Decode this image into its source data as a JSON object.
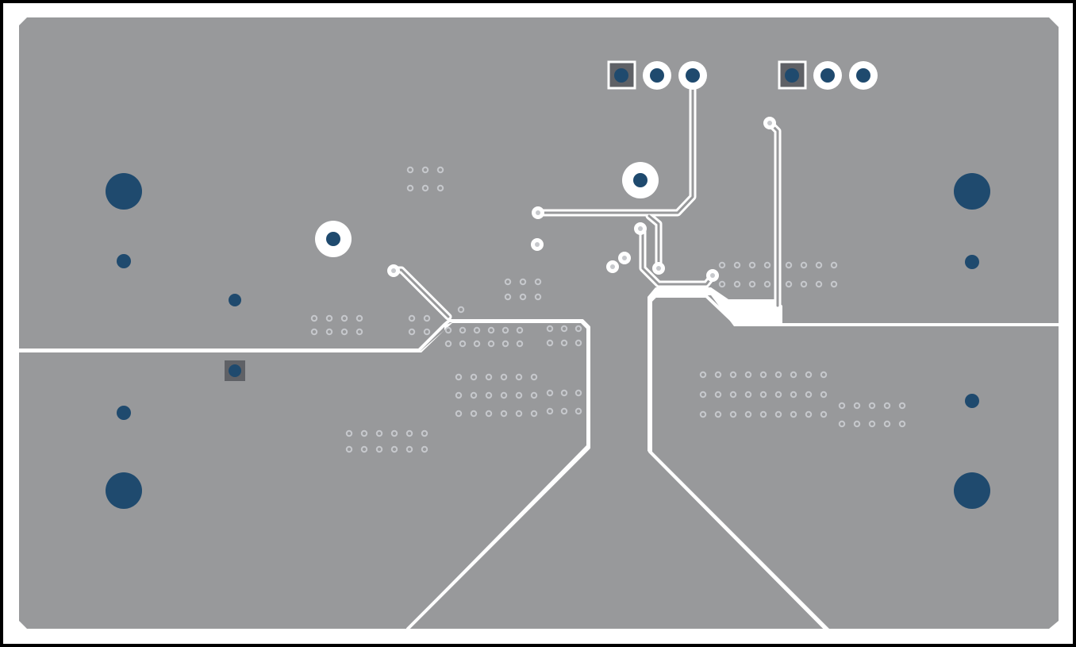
{
  "board": {
    "layer": "bottom-copper",
    "colors": {
      "background": "#ffffff",
      "frame": "#000000",
      "copper_pour": "#98999b",
      "isolation_gap": "#ffffff",
      "pad": "#1f4a6e",
      "square_pad_fill": "#5f6166",
      "via_ring": "#c6c8cc"
    }
  },
  "components": {
    "mounting_holes": [
      "top-left",
      "bottom-left",
      "top-right",
      "bottom-right"
    ],
    "headers": [
      {
        "name": "header-left",
        "pins": 3,
        "pin1_shape": "square"
      },
      {
        "name": "header-right",
        "pins": 3,
        "pin1_shape": "square"
      }
    ]
  }
}
